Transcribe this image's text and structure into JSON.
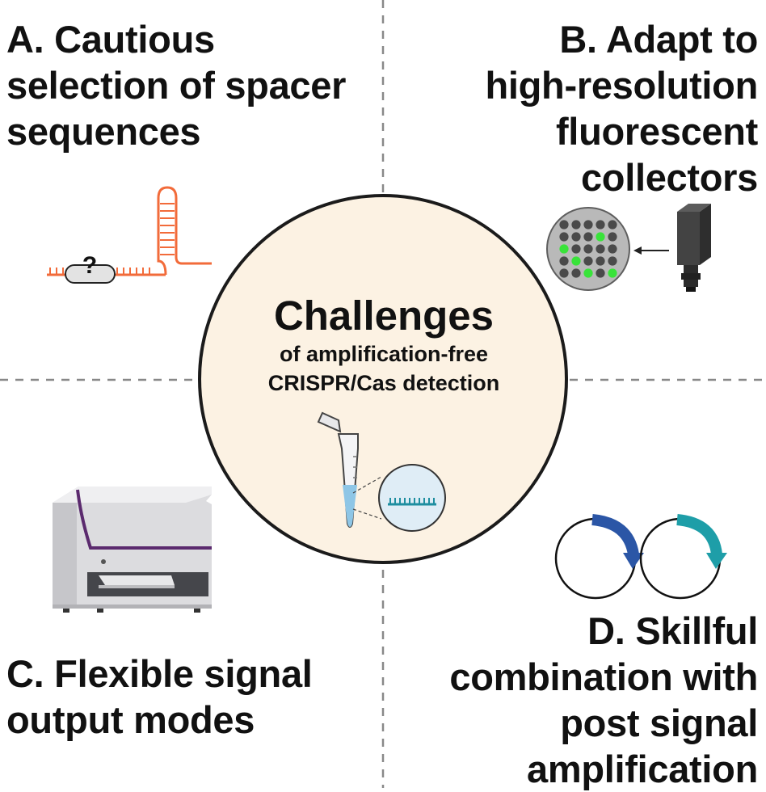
{
  "center": {
    "title": "Challenges",
    "subtitle_lines": [
      "of amplification-free",
      "CRISPR/Cas detection"
    ]
  },
  "quadrants": {
    "a": {
      "lines": [
        "A. Cautious",
        "selection of spacer",
        "sequences"
      ],
      "icon_text": "?"
    },
    "b": {
      "lines": [
        "B. Adapt to",
        "high-resolution",
        "fluorescent",
        "collectors"
      ]
    },
    "c": {
      "lines": [
        "C. Flexible signal",
        "output modes"
      ]
    },
    "d": {
      "lines": [
        "D. Skillful",
        "combination with",
        "post signal",
        "amplification"
      ]
    }
  },
  "colors": {
    "center_fill": "#fcf2e3",
    "rna_orange": "#f26b3a",
    "well_green": "#39e33a",
    "arrow_blue": "#2b56a6",
    "arrow_teal": "#1e9ea8",
    "instrument_purple": "#5b2a6e"
  }
}
